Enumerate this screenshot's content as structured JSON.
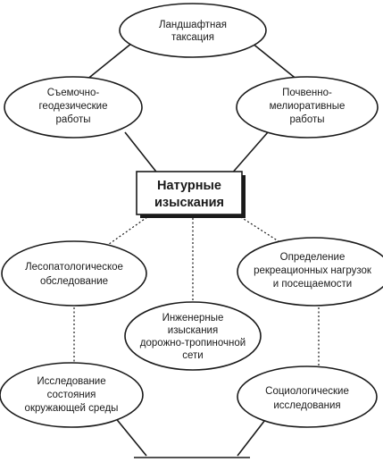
{
  "center": {
    "lines": [
      "Натурные",
      "изыскания"
    ]
  },
  "nodes": {
    "landscape_taxation": [
      "Ландшафтная",
      "таксация"
    ],
    "survey_geodetic": [
      "Съемочно-",
      "геодезические",
      "работы"
    ],
    "soil_melioration": [
      "Почвенно-",
      "мелиоративные",
      "работы"
    ],
    "forest_pathology": [
      "Лесопатологическое",
      "обследование"
    ],
    "recreation_loads": [
      "Определение",
      "рекреационных нагрузок",
      "и посещаемости"
    ],
    "engineering_surveys": [
      "Инженерные",
      "изыскания",
      "дорожно-тропиночной",
      "сети"
    ],
    "environment_study": [
      "Исследование",
      "состояния",
      "окружающей среды"
    ],
    "sociological_study": [
      "Социологические",
      "исследования"
    ]
  }
}
